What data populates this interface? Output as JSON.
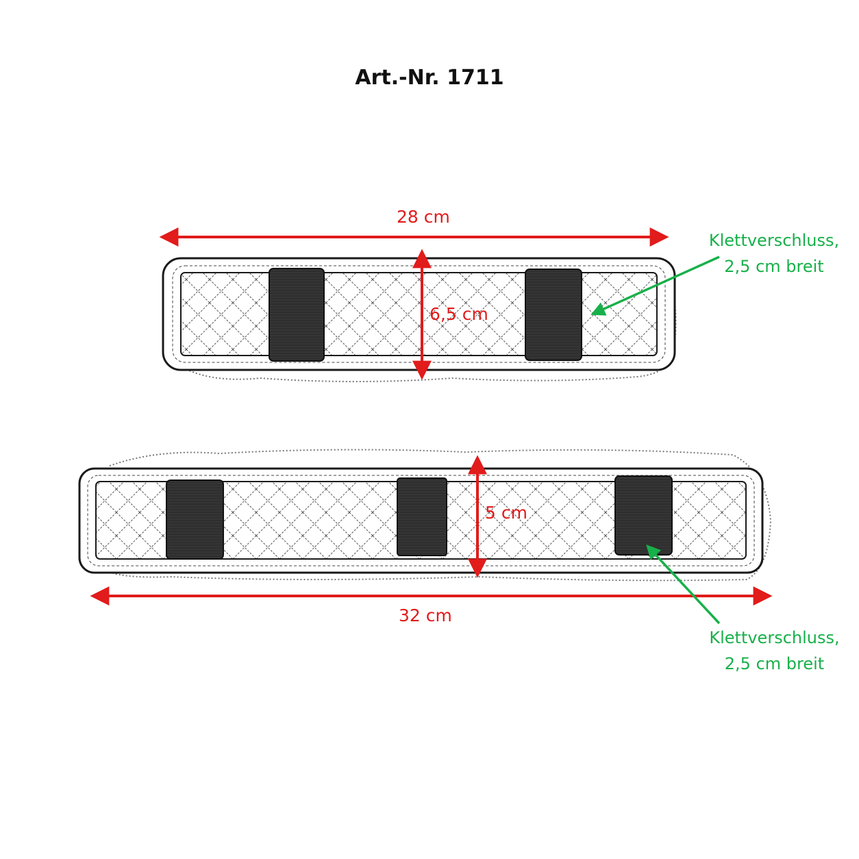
{
  "title": "Art.-Nr. 1711",
  "colors": {
    "dimension": "#e21b1b",
    "callout": "#18b04a",
    "outline": "#1a1a1a",
    "strap": "#2e2e2e",
    "quilt": "#555555"
  },
  "pads": [
    {
      "length_label": "28 cm",
      "width_label": "6,5 cm",
      "length_cm": 28,
      "width_cm": 6.5,
      "strap_count": 2,
      "callout": {
        "line1": "Klettverschluss,",
        "line2": "2,5 cm breit"
      }
    },
    {
      "length_label": "32 cm",
      "width_label": "5 cm",
      "length_cm": 32,
      "width_cm": 5,
      "strap_count": 3,
      "callout": {
        "line1": "Klettverschluss,",
        "line2": "2,5 cm breit"
      }
    }
  ]
}
